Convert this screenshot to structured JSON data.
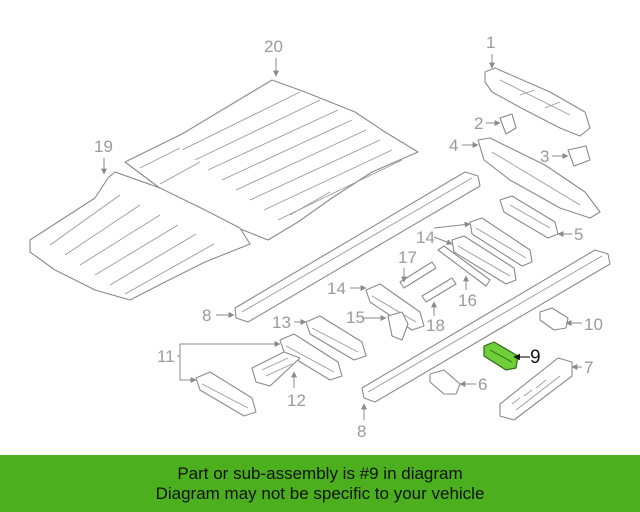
{
  "labels": {
    "l1": "1",
    "l2": "2",
    "l3": "3",
    "l4": "4",
    "l5": "5",
    "l6": "6",
    "l7": "7",
    "l8a": "8",
    "l8b": "8",
    "l9": "9",
    "l10": "10",
    "l11": "11",
    "l12": "12",
    "l13": "13",
    "l14a": "14",
    "l14b": "14",
    "l15": "15",
    "l16": "16",
    "l17": "17",
    "l18": "18",
    "l19": "19",
    "l20": "20"
  },
  "highlight": {
    "part": "9",
    "color": "#6fcf3a"
  },
  "banner": {
    "line1": "Part or sub-assembly is #9 in diagram",
    "line2": "Diagram may not be specific to your vehicle",
    "color": "#4caf1d"
  }
}
